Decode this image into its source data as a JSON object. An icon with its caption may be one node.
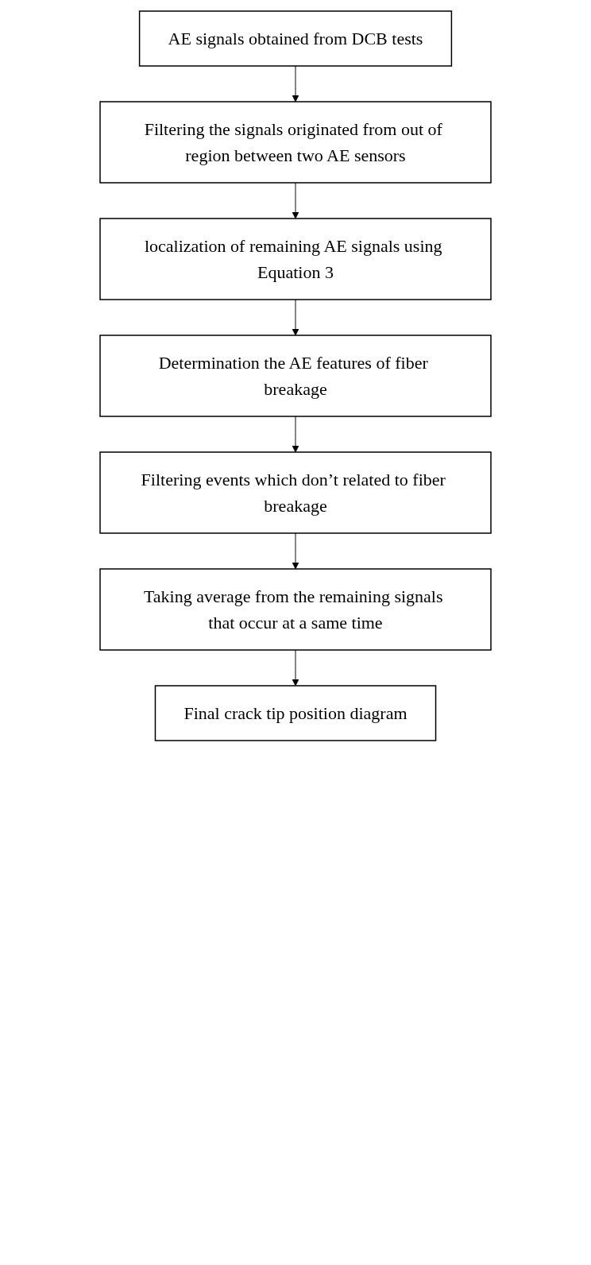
{
  "diagram": {
    "nodes": [
      {
        "text": [
          "AE signals obtained from DCB tests"
        ]
      },
      {
        "text": [
          "Filtering the signals originated from out of region between two AE sensors"
        ]
      },
      {
        "text": [
          "localization of remaining AE signals using Equation 3"
        ]
      },
      {
        "text": [
          "Determination the AE features of fiber breakage"
        ]
      },
      {
        "text": [
          "Filtering events which don’t related to fiber breakage"
        ]
      },
      {
        "text": [
          "Taking average from the remaining signals that occur at a same time"
        ]
      },
      {
        "text": [
          "Final crack tip position diagram"
        ]
      }
    ],
    "edges": [
      {
        "from": 0,
        "to": 1,
        "arrow": "to"
      },
      {
        "from": 1,
        "to": 2,
        "arrow": "to"
      },
      {
        "from": 2,
        "to": 3,
        "arrow": "to"
      },
      {
        "from": 3,
        "to": 4,
        "arrow": "to"
      },
      {
        "from": 4,
        "to": 5,
        "arrow": "to"
      },
      {
        "from": 5,
        "to": 6,
        "arrow": "to"
      }
    ]
  }
}
